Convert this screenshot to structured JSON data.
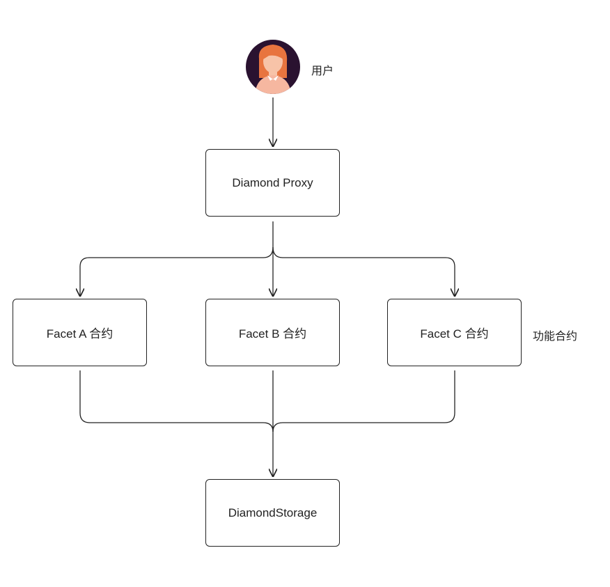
{
  "user": {
    "label": "用户",
    "avatar_icon": "user-avatar-icon"
  },
  "proxy": {
    "label": "Diamond Proxy"
  },
  "facets": [
    {
      "label": "Facet A 合约"
    },
    {
      "label": "Facet B 合约"
    },
    {
      "label": "Facet C 合约"
    }
  ],
  "facets_group_label": "功能合约",
  "storage": {
    "label": "DiamondStorage"
  },
  "colors": {
    "stroke": "#222222",
    "avatar_bg": "#2a1230",
    "hair": "#e8743f",
    "skin": "#f7c3a8",
    "shirt": "#f6b7a0"
  }
}
